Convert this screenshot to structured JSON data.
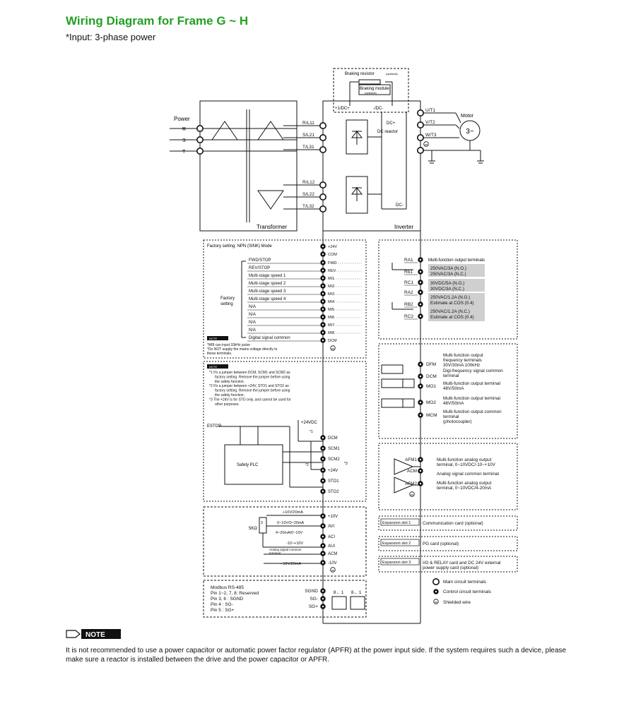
{
  "title": "Wiring Diagram for Frame G ~ H",
  "subtitle": "*Input: 3-phase power",
  "power": {
    "label": "Power",
    "phases": [
      "R",
      "S",
      "T"
    ]
  },
  "transformer_label": "Transformer",
  "inverter_label": "Inverter",
  "braking": {
    "resistor": "Braking resistor",
    "resistor_opt": "(optional)",
    "module": "Braking module",
    "module_opt": "(optional)",
    "dc_plus": "+1/DC+",
    "dc_minus": "-/DC-"
  },
  "dc_reactor": {
    "top": "DC+",
    "label": "DC reactor",
    "bottom": "DC-"
  },
  "input_terminals": [
    "R/L11",
    "S/L21",
    "T/L31",
    "R/L12",
    "S/L22",
    "T/L32"
  ],
  "motor": {
    "label": "Motor",
    "symbol": "3~",
    "terminals": [
      "U/T1",
      "V/T2",
      "W/T3"
    ]
  },
  "digital": {
    "header": "Factory setting: NPN (SINK) Mode",
    "power_terminals": [
      "+24V",
      "COM"
    ],
    "functions": [
      "FWD/STOP",
      "REV/STOP",
      "Multi-stage speed 1",
      "Multi-stage speed 2",
      "Multi-stage speed 3",
      "Multi-stage speed 4",
      "N/A",
      "N/A",
      "N/A",
      "N/A",
      "Digital signal common"
    ],
    "terminals": [
      "FWD",
      "REV",
      "MI1",
      "MI2",
      "MI3",
      "MI4",
      "MI5",
      "MI6",
      "MI7",
      "MI8",
      "DCM"
    ],
    "factory_label": [
      "Factory",
      "setting"
    ],
    "note_lines": [
      "*MI8 can input 33kHz pulse",
      "*Do NOT supply the mains voltage directly to",
      "these terminals."
    ]
  },
  "note_badge": "NOTE",
  "sto": {
    "notes": [
      "*1 It's a jumper between DCM, SCM1 and SCM2 as",
      "factory setting. Remove the jumper before using",
      "the safety function.",
      "*2 It's a jumper between +24V, STO1 and STO2 as",
      "factory setting. Remove the jumper before using",
      "the safety function.",
      "*3 The +24V is for STO only, and cannot be used for",
      "other purposes."
    ],
    "estop": "ESTOP",
    "plc": "Safety PLC",
    "vdc": "+24VDC",
    "marks": [
      "*1",
      "*2",
      "*3"
    ],
    "terminals": [
      "DCM",
      "SCM1",
      "SCM2",
      "+24V",
      "STO1",
      "STO2"
    ]
  },
  "analog_in": {
    "pot": "5KΩ",
    "pot_num": "3",
    "labels": [
      "+10V/20mA",
      "0~10V/0~20mA",
      "4~20mA/0~10V",
      "-10~+10V",
      "Analog signal common",
      "terminal",
      "- 10V/20mA"
    ],
    "terminals": [
      "+10V",
      "AVI",
      "ACI",
      "AUI",
      "ACM",
      "-10V"
    ]
  },
  "modbus": {
    "lines": [
      "Modbus RS-485",
      "Pin 1~2, 7, 8: Reserved",
      "Pin 3, 6 : SGND",
      "Pin 4 : SG-",
      "Pin 5 : SG+"
    ],
    "terminals": [
      "SGND",
      "SG-",
      "SG+"
    ],
    "port_labels": [
      "8← 1",
      "8← 1"
    ]
  },
  "relay": {
    "title": "Multi-function output terminals",
    "terminals": [
      "RA1",
      "Rb1",
      "RC1",
      "RA2",
      "RB2",
      "RC2"
    ],
    "ratings": [
      "250VAC/3A (N.O.)",
      "250VAC/3A (N.C.)",
      "30VDC/5A (N.O.)",
      "30VDC/3A (N.C.)",
      "250VAC/1.2A (N.O.)",
      "Estimate at COS (0.4)",
      "250VAC/1.2A (N.C.)",
      "Estimate at COS (0.4)"
    ]
  },
  "photo": {
    "terminals": [
      "DFM",
      "DCM",
      "MO1",
      "MO2",
      "MCM"
    ],
    "descs": [
      [
        "Multi-function output",
        "frequency terminals",
        "30V/30mA 100kHz"
      ],
      [
        "Digi-frequency signal common",
        "terminal"
      ],
      [
        "Multi-function output terminal",
        "48V/50mA"
      ],
      [
        "Multi-function output terminal",
        "48V/50mA"
      ],
      [
        "Multi-function output common",
        "terminal",
        "(photocoupler)"
      ]
    ]
  },
  "analog_out": {
    "terminals": [
      "AFM1",
      "ACM",
      "AFM2"
    ],
    "descs": [
      [
        "Multi-function analog output",
        "terminal, 0~10VDC/-10~+10V"
      ],
      [
        "Analog signal common terminal"
      ],
      [
        "Multi-function analog output",
        "terminal, 0~10VDC/4-20mA"
      ]
    ]
  },
  "expansion": [
    {
      "slot": "Expansion slot 1",
      "desc": [
        "Communication card (optional)"
      ]
    },
    {
      "slot": "Expansion slot 2",
      "desc": [
        "PG card (optional)"
      ]
    },
    {
      "slot": "Expansion slot 3",
      "desc": [
        "I/O & RELAY card and DC 24V external",
        "power supply card (optional)"
      ]
    }
  ],
  "legend": [
    "Main circuit terminals",
    "Control circuit terminals",
    "Shielded wire"
  ],
  "bottom_note": "It is not recommended to use a power capacitor or automatic power factor regulator (APFR) at the power input side. If the system requires such a device, please make sure a reactor is installed between the drive and the power capacitor or APFR."
}
